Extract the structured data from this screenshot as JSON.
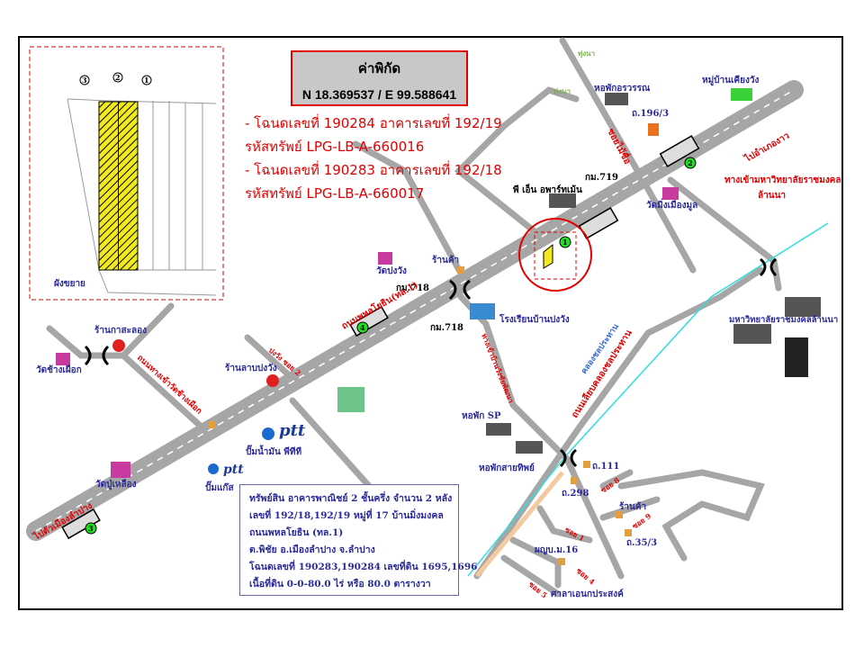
{
  "coordinates": {
    "title": "ค่าพิกัด",
    "value": "N 18.369537 /  E 99.588641"
  },
  "deeds": [
    "- โฉนดเลขที่ 190284 อาคารเลขที่ 192/19",
    "รหัสทรัพย์ LPG-LB-A-660016",
    "- โฉนดเลขที่ 190283 อาคารเลขที่ 192/18",
    "รหัสทรัพย์ LPG-LB-A-660017"
  ],
  "inset": {
    "label": "ผังขยาย",
    "markers": [
      "3",
      "2",
      "1"
    ]
  },
  "info_box": [
    "ทรัพย์สิน อาคารพาณิชย์ 2 ชั้นครึ่ง จำนวน 2 หลัง",
    "เลขที่  192/18,192/19  หมู่ที่ 17 บ้านมิ่งมงคล",
    "ถนนพหลโยธิน (ทล.1)",
    " ต.พิชัย  อ.เมืองลำปาง  จ.ลำปาง",
    "โฉนดเลขที่  190283,190284    เลขที่ดิน 1695,1696",
    "เนื้อที่ดิน  0-0-80.0 ไร่ หรือ 80.0   ตารางวา"
  ],
  "roads": {
    "main": "ถนนพหลโยธิน(ทล.1)",
    "to_city": "ไปตัวเมืองลำปาง",
    "to_ngao": "ไปอำเภองาว",
    "soi_mai_sue": "ซอยไม้ซื่อ",
    "uni_entrance_1": "ทางเข้ามหาวิทยาลัยราชมงคล",
    "uni_entrance_2": "ล้านนา",
    "canal_road": "ถนนเลียบคลองชลประทาน",
    "canal": "คลองชลประทาน",
    "wat_chang_road": "ถนนทางเข้าวัดช้างเผือก",
    "pongwang_soi2": "ปงวัง ซอย 2",
    "village_road": "ทางเข้าบ้านวังชัยพัฒนา",
    "soi8": "ซอย 8",
    "soi9": "ซอย 9",
    "soi1": "ซอย 1",
    "soi4": "ซอย 4",
    "soi5": "ซอย 5"
  },
  "places": {
    "field1": "ทุ่งนา",
    "field2": "ทุ่งนา",
    "dorm_orawan": "หอพักอรวรรณ",
    "addr_196": "ถ.196/3",
    "village_chiangwang": "หมู่บ้านเคียงวัง",
    "km719": "กม.719",
    "pn_apartment": "พี เอ็น อพาร์ทเม้น",
    "wat_ming": "วัดมิ่งเมืองมูล",
    "wat_pongwang": "วัดปงวัง",
    "shop1": "ร้านค้า",
    "km718a": "กม.718",
    "km718b": "กม.718",
    "school": "โรงเรียนบ้านปงวัง",
    "university": "มหาวิทยาลัยราชมงคลล้านนา",
    "coffee_shop": "ร้านกาสะลอง",
    "wat_chang": "วัดช้างเผือก",
    "larb_shop": "ร้านลาบปงวัง",
    "ptt_station": "ปั๊มน้ำมัน พีทีที",
    "ptt_gas": "ปั๊มแก๊ส",
    "ptt_logo": "ptt",
    "wat_pu": "วัดปู่เหลือง",
    "dorm_sp": "หอพัก SP",
    "dorm_saithip": "หอพักสายทิพย์",
    "addr_111": "ถ.111",
    "addr_298": "ถ.298",
    "shop2": "ร้านค้า",
    "addr_35": "ถ.35/3",
    "headman": "ผญบ.ม.16",
    "pavilion": "ศาลาเอนกประสงค์"
  },
  "markers": {
    "m1": "1",
    "m2": "2",
    "m3": "3",
    "m4": "4"
  },
  "colors": {
    "road": "#a6a6a6",
    "label_red": "#e00000",
    "label_blue": "#2a2a9a",
    "canal": "#33dddd",
    "highlight": "#f2ea1c"
  }
}
